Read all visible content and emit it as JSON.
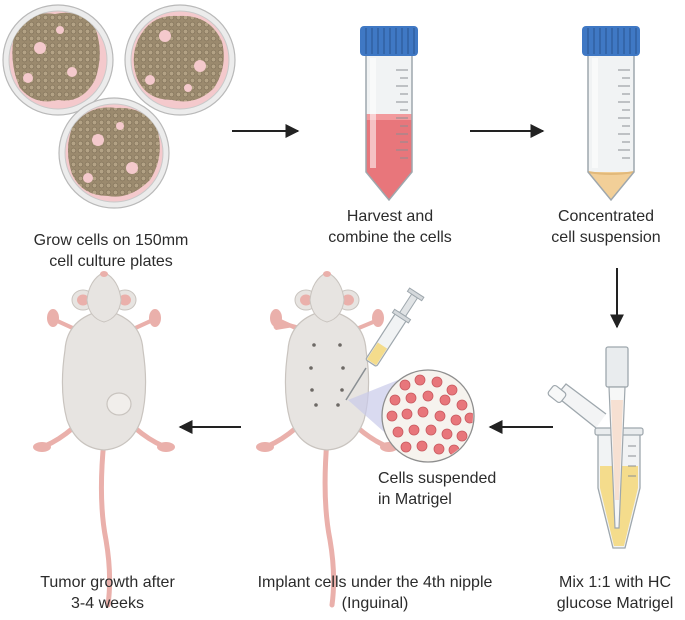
{
  "steps": {
    "grow": {
      "line1": "Grow cells on 150mm",
      "line2": "cell culture plates"
    },
    "harvest": {
      "line1": "Harvest and",
      "line2": "combine the cells"
    },
    "concentrated": {
      "line1": "Concentrated",
      "line2": "cell suspension"
    },
    "mix": {
      "line1": "Mix 1:1 with HC",
      "line2": "glucose Matrigel"
    },
    "implant": {
      "line1": "Implant cells under the 4th nipple",
      "line2": "(Inguinal)"
    },
    "tumor": {
      "line1": "Tumor growth after",
      "line2": "3-4 weeks"
    }
  },
  "callout": {
    "line1": "Cells suspended",
    "line2": "in Matrigel"
  },
  "colors": {
    "plate_pink": "#f4c9cc",
    "cell_brown": "#9b8a6e",
    "cap_blue": "#3f78c4",
    "media_red": "#e8767b",
    "pellet_tan": "#f2cf98",
    "matrigel_yellow": "#f4dc8c",
    "mouse_fur": "#e7e4e1",
    "mouse_pink": "#eab0ab",
    "arrow": "#222222"
  }
}
